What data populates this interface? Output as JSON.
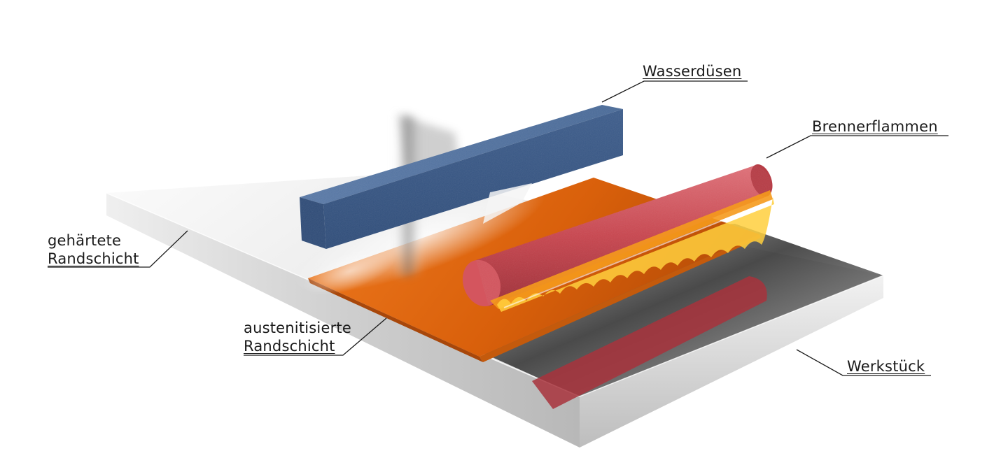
{
  "labels": {
    "nozzles": "Wasserdüsen",
    "flames": "Brennerflammen",
    "hardened_line1": "gehärtete",
    "hardened_line2": "Randschicht",
    "austenitized_line1": "austenitisierte",
    "austenitized_line2": "Randschicht",
    "workpiece": "Werkstück"
  },
  "colors": {
    "workpiece_surface": "#d9d9d9",
    "austenitized_layer": "#e26a10",
    "water_nozzle_bar": "#3e5f8f",
    "burner_rod": "#c8474f",
    "flame": "#f59a1c",
    "leader_line": "#1a1a1a"
  }
}
